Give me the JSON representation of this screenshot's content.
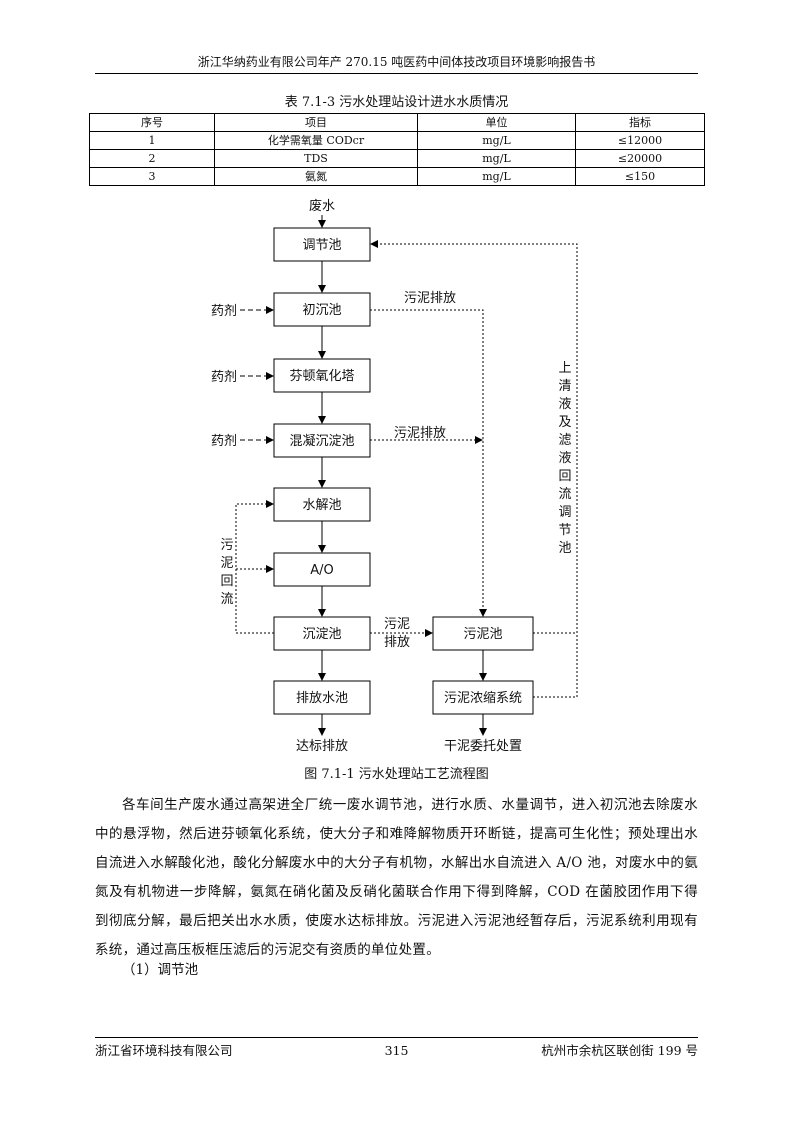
{
  "header": {
    "title": "浙江华纳药业有限公司年产 270.15 吨医药中间体技改项目环境影响报告书"
  },
  "table": {
    "caption": "表 7.1-3    污水处理站设计进水水质情况",
    "columns": [
      "序号",
      "项目",
      "单位",
      "指标"
    ],
    "rows": [
      [
        "1",
        "化学需氧量 CODcr",
        "mg/L",
        "≤12000"
      ],
      [
        "2",
        "TDS",
        "mg/L",
        "≤20000"
      ],
      [
        "3",
        "氨氮",
        "mg/L",
        "≤150"
      ]
    ]
  },
  "flow": {
    "input_label": "废水",
    "boxes": {
      "tiaojie": "调节池",
      "chuchen": "初沉池",
      "fenton": "芬顿氧化塔",
      "hunning": "混凝沉淀池",
      "shuijie": "水解池",
      "ao": "A/O",
      "chendian": "沉淀池",
      "paifang": "排放水池",
      "wuni": "污泥池",
      "nongsuo": "污泥浓缩系统"
    },
    "chem1": "药剂",
    "chem2": "药剂",
    "chem3": "药剂",
    "sludge_out1": "污泥排放",
    "sludge_out2": "污泥排放",
    "sludge_out3a": "污泥",
    "sludge_out3b": "排放",
    "return_left": [
      "污",
      "泥",
      "回",
      "流"
    ],
    "return_right": [
      "上",
      "清",
      "液",
      "及",
      "滤",
      "液",
      "回",
      "流",
      "调",
      "节",
      "池"
    ],
    "out_water": "达标排放",
    "out_sludge": "干泥委托处置"
  },
  "figure": {
    "caption": "图 7.1-1     污水处理站工艺流程图"
  },
  "paragraph": "各车间生产废水通过高架进全厂统一废水调节池，进行水质、水量调节，进入初沉池去除废水中的悬浮物，然后进芬顿氧化系统，使大分子和难降解物质开环断链，提高可生化性；预处理出水自流进入水解酸化池，酸化分解废水中的大分子有机物，水解出水自流进入 A/O 池，对废水中的氨氮及有机物进一步降解，氨氮在硝化菌及反硝化菌联合作用下得到降解，COD 在菌胶团作用下得到彻底分解，最后把关出水水质，使废水达标排放。污泥进入污泥池经暂存后，污泥系统利用现有系统，通过高压板框压滤后的污泥交有资质的单位处置。",
  "subheading": "（1）调节池",
  "footer": {
    "left": "浙江省环境科技有限公司",
    "page": "315",
    "right": "杭州市余杭区联创街 199 号"
  },
  "colors": {
    "ink": "#111111",
    "rule": "#000000"
  }
}
